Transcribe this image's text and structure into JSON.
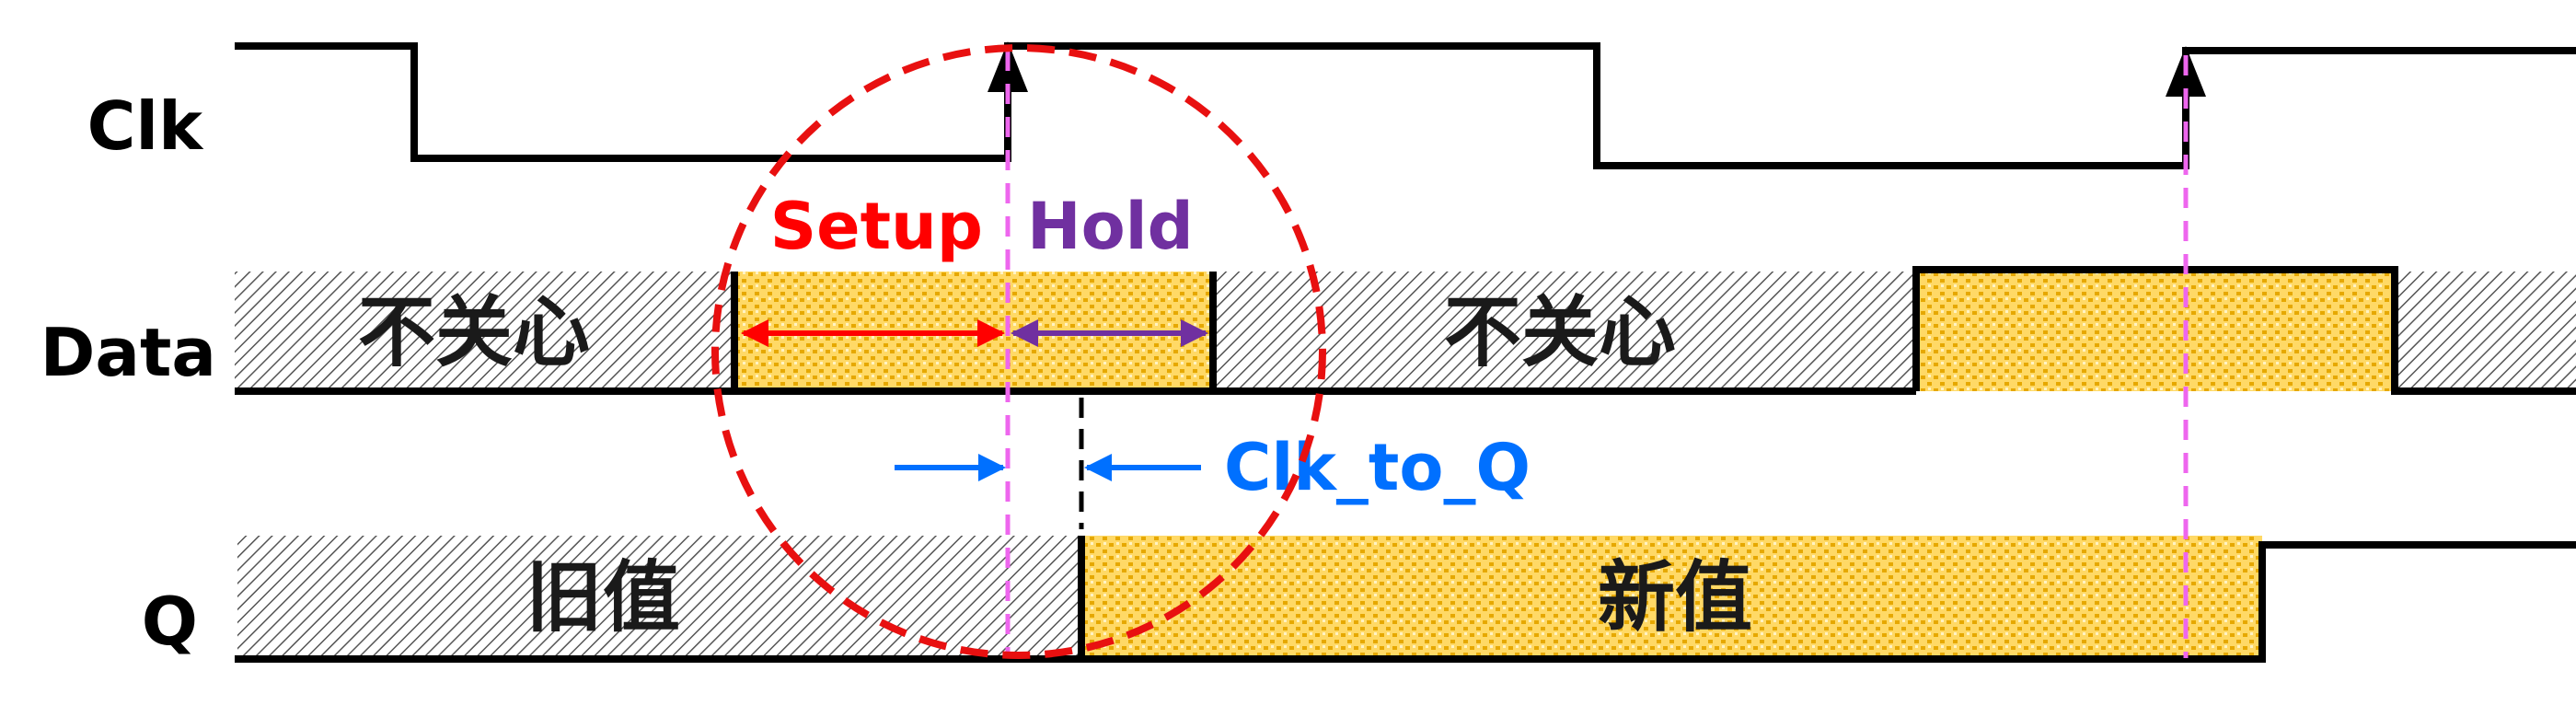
{
  "signals": {
    "clk": "Clk",
    "data": "Data",
    "q": "Q"
  },
  "regions": {
    "data_dont_care_1": "不关心",
    "data_dont_care_2": "不关心",
    "q_old": "旧值",
    "q_new": "新值"
  },
  "timing": {
    "setup": "Setup",
    "hold": "Hold",
    "clk_to_q": "Clk_to_Q"
  },
  "colors": {
    "waveform": "#000000",
    "setup": "#ff0000",
    "hold": "#7030a0",
    "clk_to_q": "#0070ff",
    "edge_marker": "#ee66ee",
    "window_circle": "#e81010",
    "valid_fill": "#ffd966",
    "valid_dots": "#e6a800",
    "dont_care_hatch": "#555555"
  }
}
